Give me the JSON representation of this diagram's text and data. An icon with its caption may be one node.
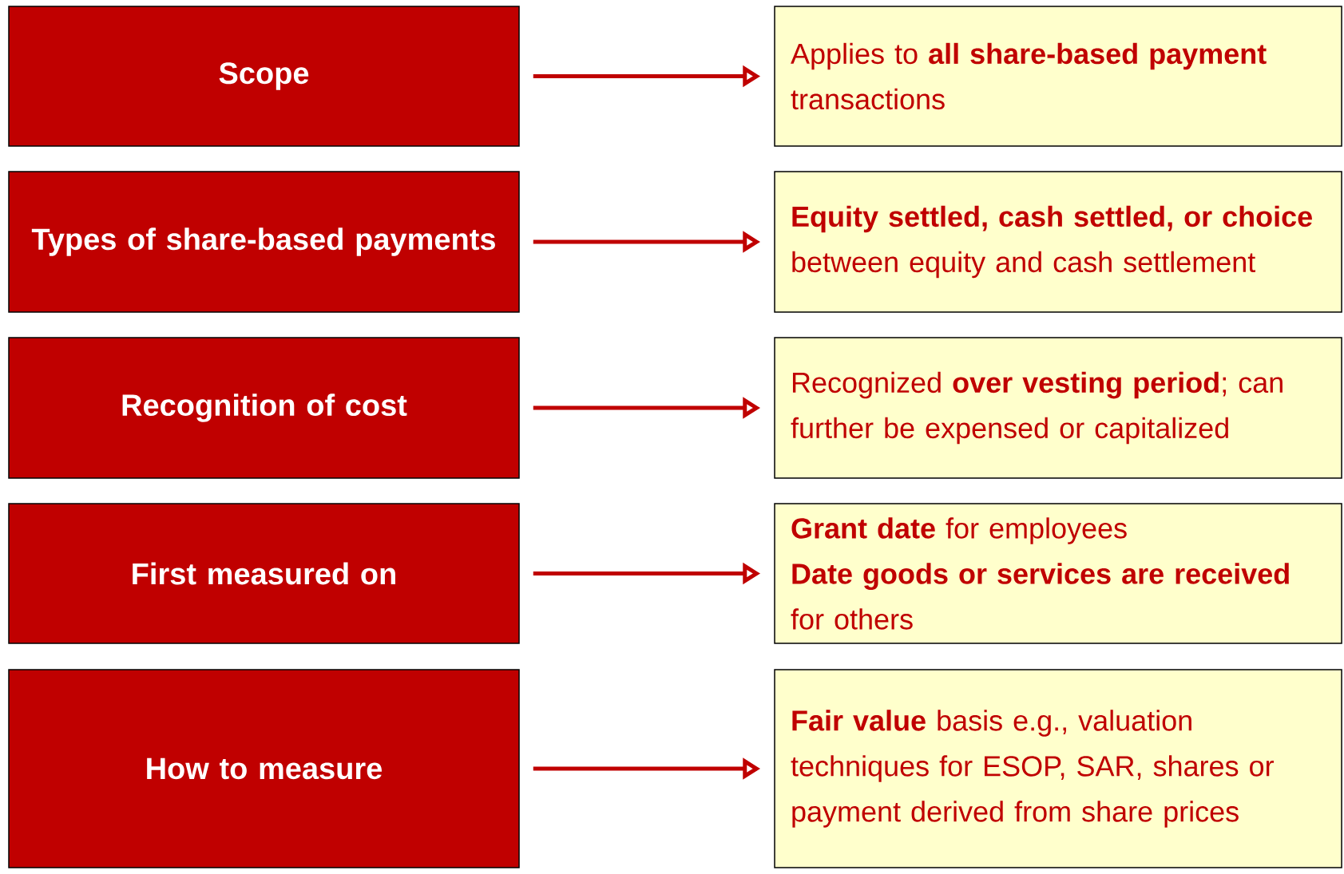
{
  "diagram": {
    "nodes": [
      {
        "text": [
          "Scope"
        ]
      },
      {
        "text": [
          "Types of share-based payments"
        ]
      },
      {
        "text": [
          "Recognition of cost"
        ]
      },
      {
        "text": [
          "First measured on"
        ]
      },
      {
        "text": [
          "How to measure"
        ]
      },
      {
        "text": [
          "Applies to **all share-based payment** transactions"
        ]
      },
      {
        "text": [
          "**Equity settled, cash settled, or choice** between equity and cash settlement"
        ]
      },
      {
        "text": [
          "Recognized **over vesting period**; can further be expensed or capitalized"
        ]
      },
      {
        "text": [
          "**Grant date** for employees",
          "**Date goods or services are received** for others"
        ]
      },
      {
        "text": [
          "**Fair value** basis e.g., valuation techniques for ESOP, SAR, shares or payment derived from share prices"
        ]
      }
    ],
    "edges": [
      {
        "from": 0,
        "to": 5,
        "arrow": "to"
      },
      {
        "from": 1,
        "to": 6,
        "arrow": "to"
      },
      {
        "from": 2,
        "to": 7,
        "arrow": "to"
      },
      {
        "from": 3,
        "to": 8,
        "arrow": "to"
      },
      {
        "from": 4,
        "to": 9,
        "arrow": "to"
      }
    ]
  }
}
